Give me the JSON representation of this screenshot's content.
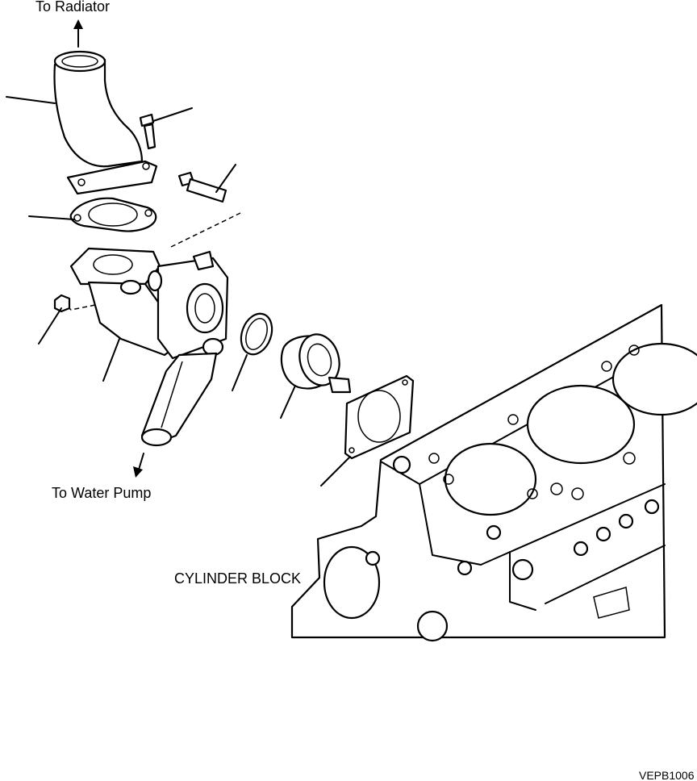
{
  "labels": {
    "to_radiator": "To Radiator",
    "to_water_pump": "To Water Pump",
    "cylinder_block": "CYLINDER BLOCK",
    "figure_code": "VEPB1006"
  }
}
